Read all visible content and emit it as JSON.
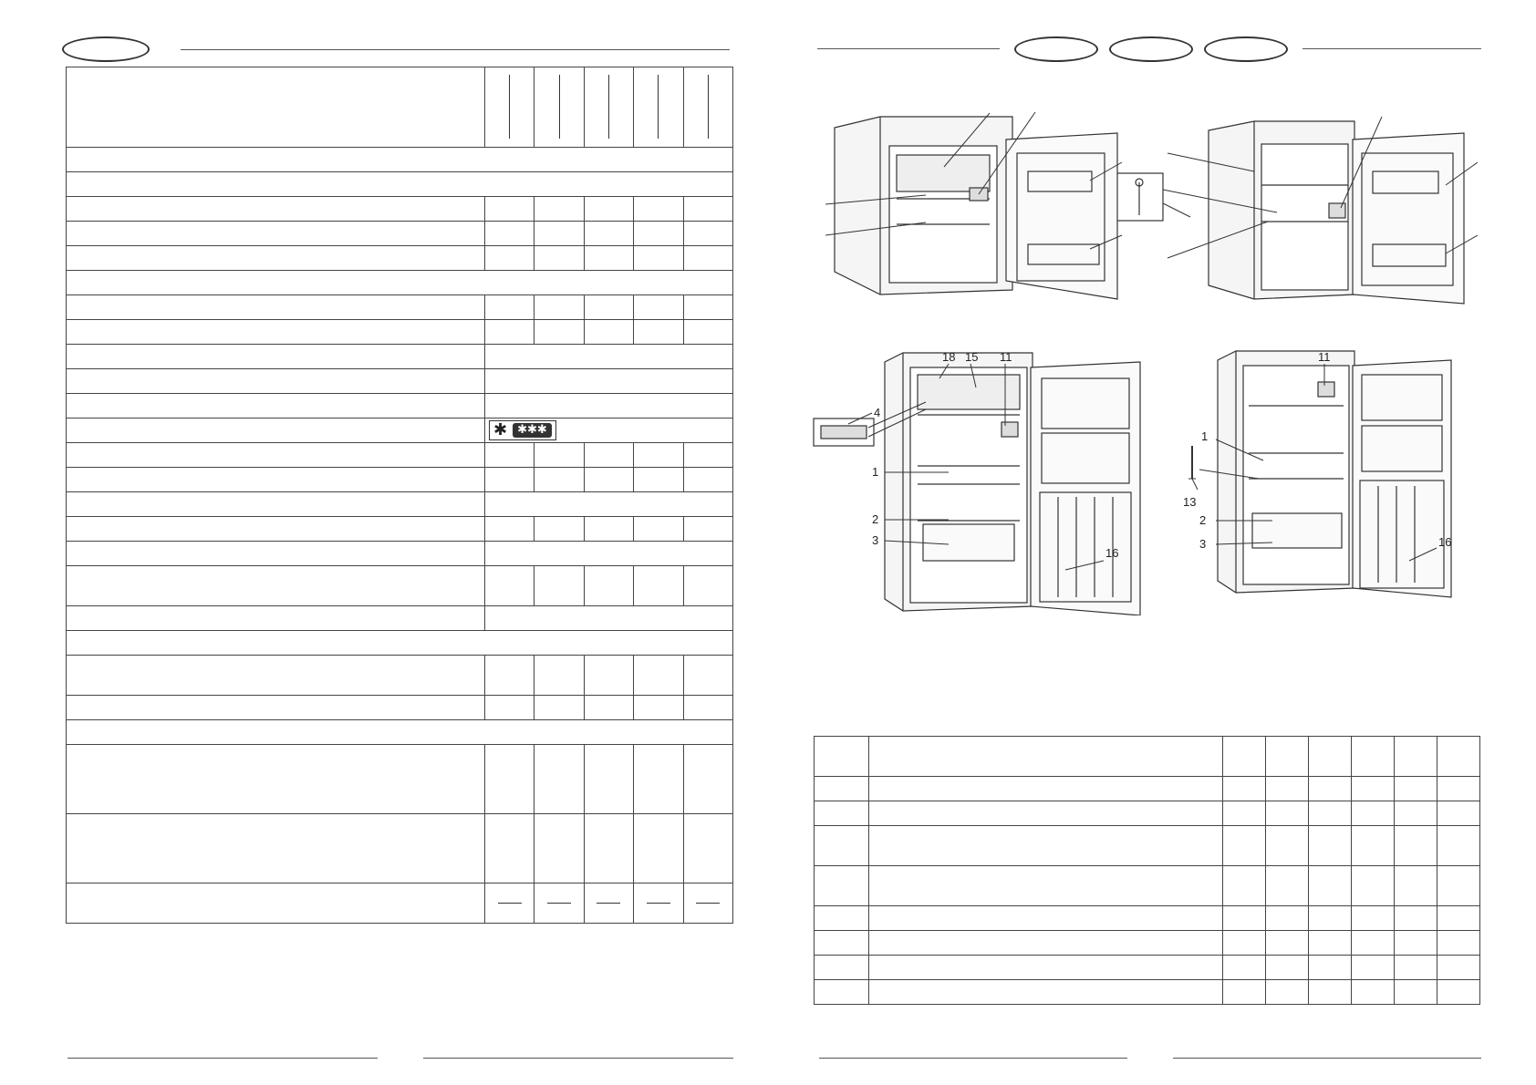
{
  "left_page": {
    "header_oval_text": "",
    "spec_table": {
      "model_columns": 5,
      "rows": [
        {
          "type": "header"
        },
        {
          "type": "section"
        },
        {
          "type": "section"
        },
        {
          "type": "cols"
        },
        {
          "type": "cols"
        },
        {
          "type": "cols"
        },
        {
          "type": "section"
        },
        {
          "type": "cols"
        },
        {
          "type": "cols"
        },
        {
          "type": "merged"
        },
        {
          "type": "merged"
        },
        {
          "type": "merged"
        },
        {
          "type": "freezer"
        },
        {
          "type": "cols"
        },
        {
          "type": "cols"
        },
        {
          "type": "merged"
        },
        {
          "type": "cols"
        },
        {
          "type": "merged"
        },
        {
          "type": "cols_tall"
        },
        {
          "type": "merged"
        },
        {
          "type": "section"
        },
        {
          "type": "cols_tall"
        },
        {
          "type": "cols"
        },
        {
          "type": "section"
        },
        {
          "type": "cols_xtall"
        },
        {
          "type": "cols_xtall"
        },
        {
          "type": "dashes"
        }
      ],
      "freezer_symbol": {
        "flake": "✱",
        "stars": "✱✱✱"
      }
    }
  },
  "right_page": {
    "header_ovals": [
      "",
      "",
      ""
    ],
    "diagram_top_left": {
      "callouts": []
    },
    "diagram_top_right": {
      "callouts": []
    },
    "diagram_bottom_left": {
      "callouts": [
        "18",
        "15",
        "11",
        "4",
        "1",
        "2",
        "3",
        "16"
      ]
    },
    "diagram_bottom_right": {
      "callouts": [
        "11",
        "1",
        "13",
        "2",
        "3",
        "16"
      ]
    },
    "legend_table": {
      "rows": 11,
      "value_columns": 6
    }
  }
}
